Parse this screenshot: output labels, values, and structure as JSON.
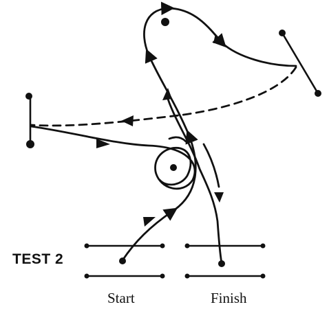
{
  "test_title": "TEST 2",
  "gates": {
    "start_label": "Start",
    "finish_label": "Finish"
  },
  "colors": {
    "ink": "#111111",
    "background": "#ffffff"
  }
}
